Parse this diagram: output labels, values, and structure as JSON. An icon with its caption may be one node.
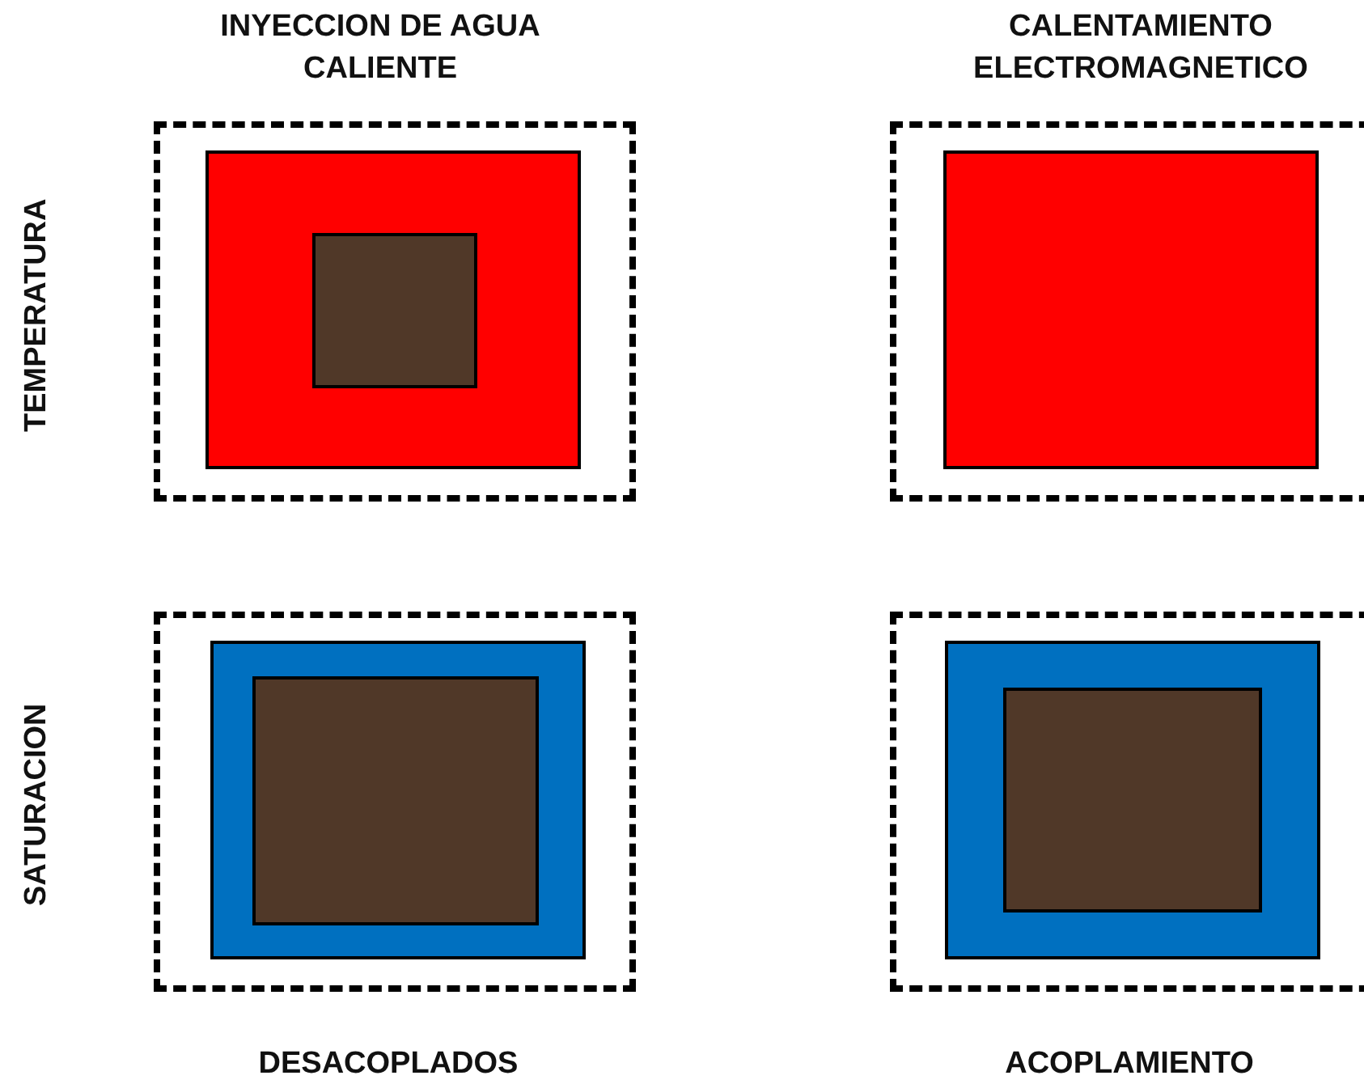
{
  "diagram": {
    "nodes": [
      {
        "text": [],
        "shape": "box"
      },
      {
        "text": [],
        "shape": "box",
        "in": 0
      },
      {
        "text": [],
        "shape": "box",
        "in": 1
      },
      {
        "text": [],
        "shape": "box"
      },
      {
        "text": [],
        "shape": "box",
        "in": 3
      },
      {
        "text": [],
        "shape": "box"
      },
      {
        "text": [],
        "shape": "box",
        "in": 5
      },
      {
        "text": [],
        "shape": "box",
        "in": 6
      },
      {
        "text": [],
        "shape": "box"
      },
      {
        "text": [],
        "shape": "box",
        "in": 8
      },
      {
        "text": [],
        "shape": "box",
        "in": 9
      }
    ],
    "labels": [
      "INYECCION DE AGUA CALIENTE",
      "CALENTAMIENTO ELECTROMAGNETICO",
      "TEMPERATURA",
      "SATURACION",
      "DESACOPLADOS",
      "ACOPLAMIENTO"
    ]
  }
}
